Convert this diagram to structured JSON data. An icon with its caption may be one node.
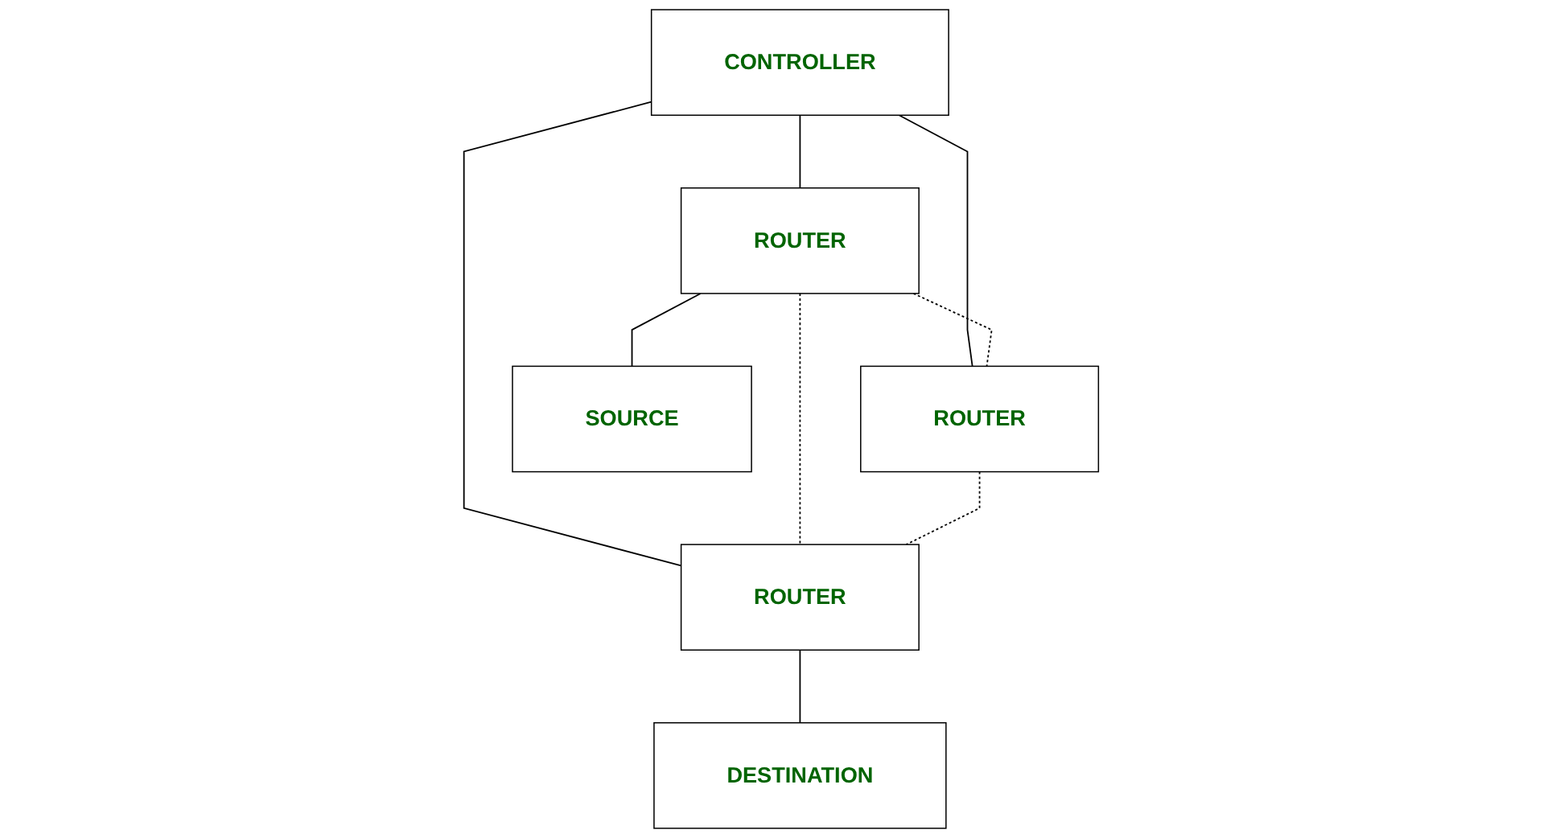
{
  "diagram": {
    "nodes": [
      {
        "text": [
          "CONTROLLER"
        ]
      },
      {
        "text": [
          "ROUTER"
        ]
      },
      {
        "text": [
          "ROUTER"
        ]
      },
      {
        "text": [
          "ROUTER"
        ]
      },
      {
        "text": [
          "SOURCE"
        ]
      },
      {
        "text": [
          "DESTINATION"
        ]
      }
    ],
    "edges": [
      {
        "from": 0,
        "to": 1,
        "arrow": "none"
      },
      {
        "from": 0,
        "to": 3,
        "arrow": "none"
      },
      {
        "from": 0,
        "to": 2,
        "arrow": "none"
      },
      {
        "from": 1,
        "to": 2,
        "arrow": "none",
        "style": "dashed"
      },
      {
        "from": 1,
        "to": 3,
        "arrow": "none",
        "style": "dashed"
      },
      {
        "from": 3,
        "to": 2,
        "arrow": "none",
        "style": "dashed"
      },
      {
        "from": 1,
        "to": 4,
        "arrow": "none"
      },
      {
        "from": 2,
        "to": 5,
        "arrow": "none"
      }
    ]
  }
}
